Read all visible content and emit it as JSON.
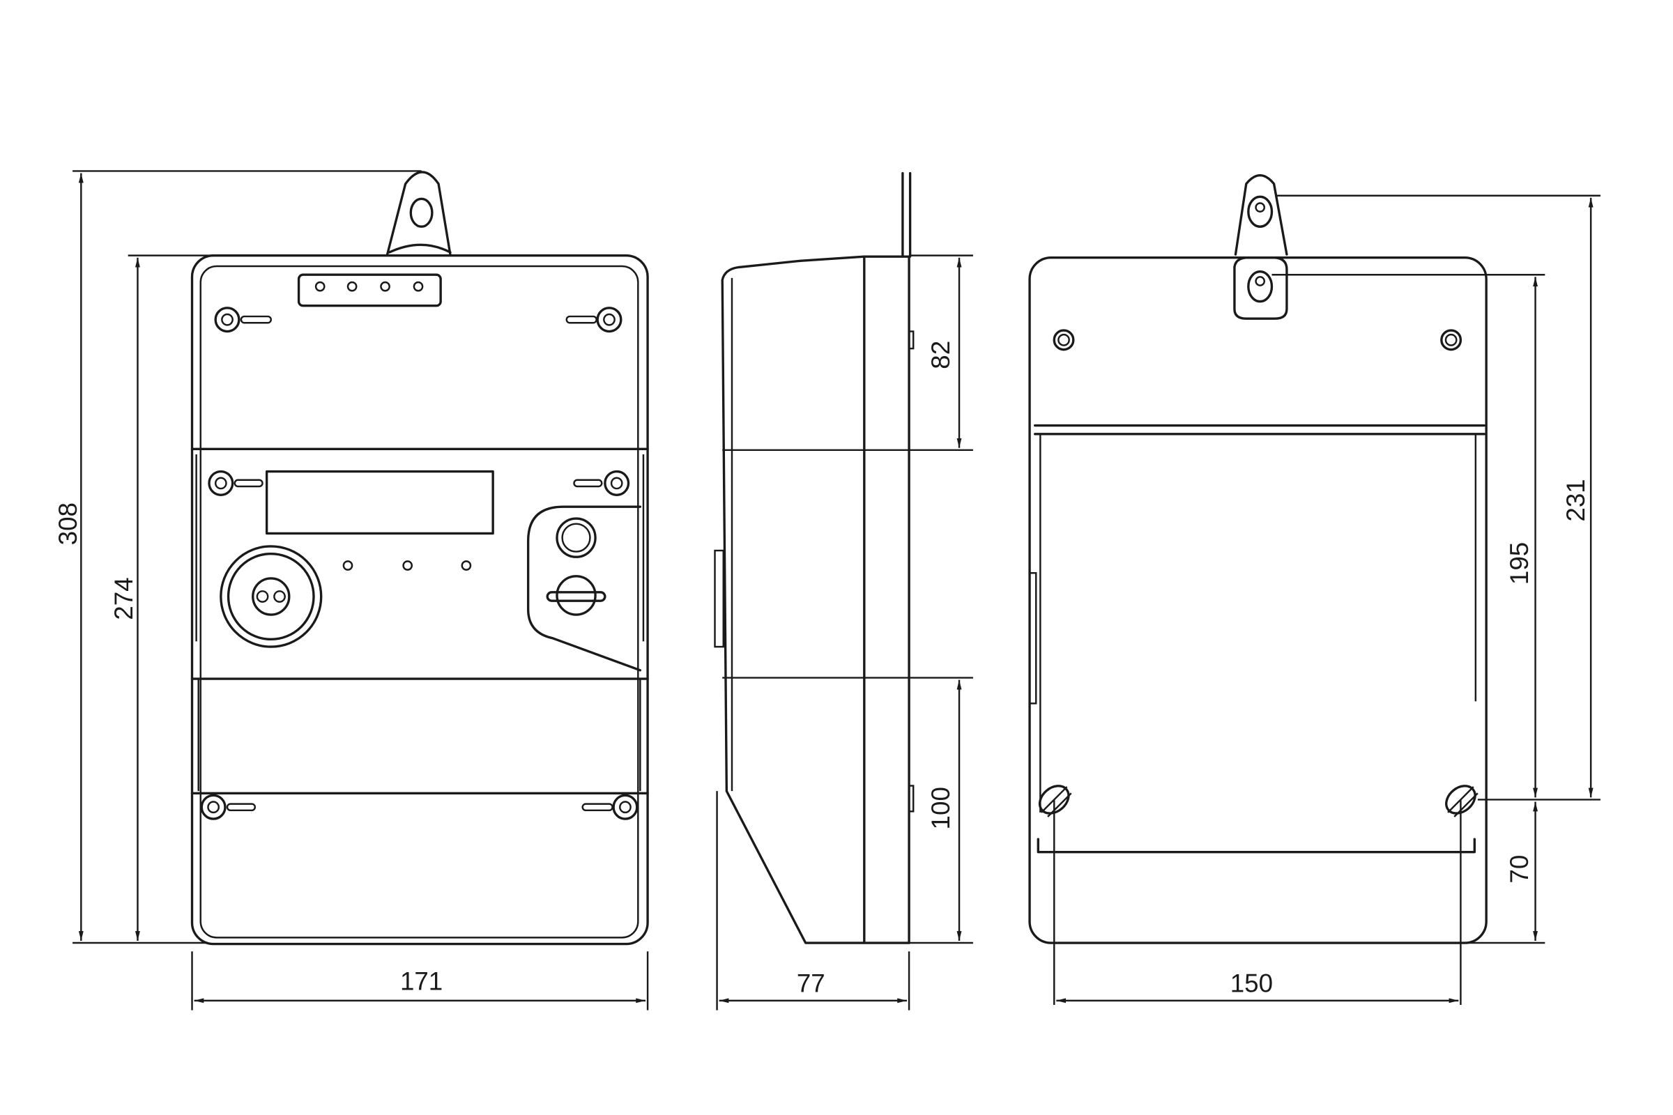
{
  "dimensions": {
    "overall_height": "308",
    "body_height": "274",
    "front_width": "171",
    "side_depth": "77",
    "upper_section": "82",
    "lower_section": "100",
    "mounting_width": "150",
    "mount_span_231": "231",
    "mount_span_195": "195",
    "bottom_offset": "70"
  }
}
